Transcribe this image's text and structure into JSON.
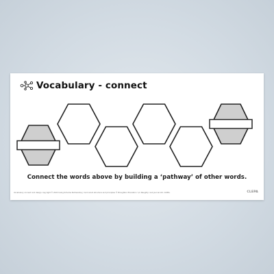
{
  "worksheet": {
    "title": "Vocabulary - connect",
    "title_icon": "connected-nodes-icon",
    "instruction": "Connect the words above by building a ‘pathway’ of other words.",
    "footer": "Vocabulary connect and design copyright © 2023 Using Schema Partnership | Curriculum structure and principles © Broughton Education 'c/o Naughty' and Journal Ltd. CLEPA.",
    "brand": "CLEPA"
  },
  "hexagons": [
    {
      "name": "start-word-hexagon",
      "fill": "#cfcfcf",
      "has_label_box": true
    },
    {
      "name": "pathway-hexagon-1",
      "fill": "#ffffff",
      "has_label_box": false
    },
    {
      "name": "pathway-hexagon-2",
      "fill": "#ffffff",
      "has_label_box": false
    },
    {
      "name": "pathway-hexagon-3",
      "fill": "#ffffff",
      "has_label_box": false
    },
    {
      "name": "pathway-hexagon-4",
      "fill": "#ffffff",
      "has_label_box": false
    },
    {
      "name": "end-word-hexagon",
      "fill": "#cfcfcf",
      "has_label_box": true
    }
  ],
  "colors": {
    "background": "#ccd6de",
    "sheet": "#ffffff",
    "hex_stroke": "#222222",
    "shaded_hex": "#cfcfcf"
  }
}
